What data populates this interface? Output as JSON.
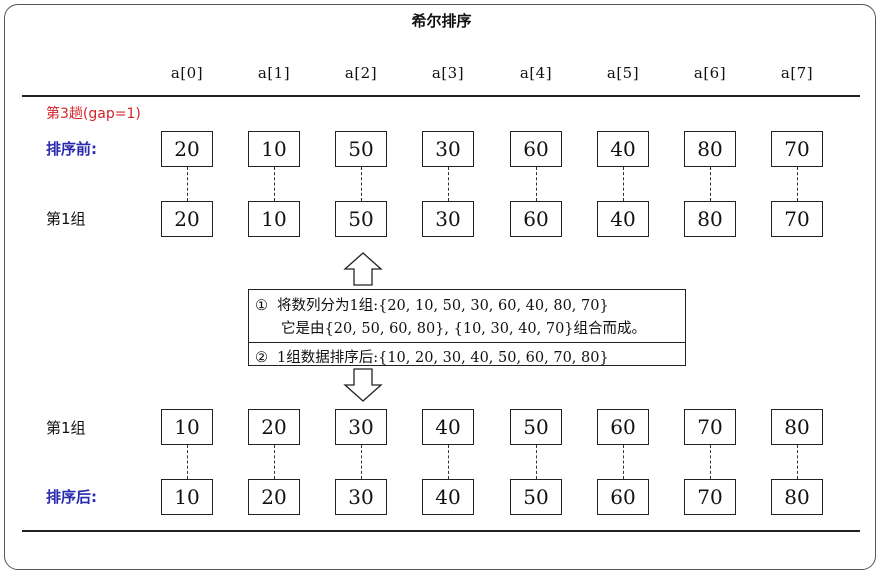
{
  "title": "希尔排序",
  "indices": [
    "a[0]",
    "a[1]",
    "a[2]",
    "a[3]",
    "a[4]",
    "a[5]",
    "a[6]",
    "a[7]"
  ],
  "pass_label": "第3趟(gap=1)",
  "before": {
    "label": "排序前:",
    "values": [
      "20",
      "10",
      "50",
      "30",
      "60",
      "40",
      "80",
      "70"
    ]
  },
  "group_before": {
    "label": "第1组",
    "values": [
      "20",
      "10",
      "50",
      "30",
      "60",
      "40",
      "80",
      "70"
    ]
  },
  "info": {
    "marker1": "①",
    "line1": "将数列分为1组:{20, 10, 50, 30, 60, 40, 80, 70}",
    "line2": "它是由{20, 50, 60, 80}, {10, 30, 40, 70}组合而成。",
    "marker2": "②",
    "line3": "1组数据排序后:{10, 20, 30, 40, 50, 60, 70, 80}"
  },
  "group_after": {
    "label": "第1组",
    "values": [
      "10",
      "20",
      "30",
      "40",
      "50",
      "60",
      "70",
      "80"
    ]
  },
  "after": {
    "label": "排序后:",
    "values": [
      "10",
      "20",
      "30",
      "40",
      "50",
      "60",
      "70",
      "80"
    ]
  },
  "colors": {
    "pass_label": "#d4242a",
    "row_label_blue": "#2a2ab0"
  }
}
